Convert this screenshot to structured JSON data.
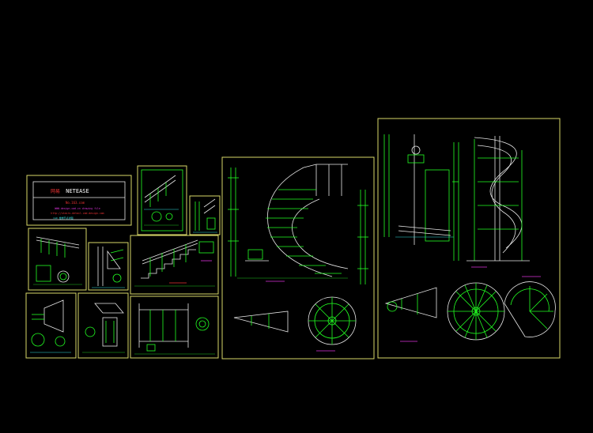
{
  "title_block": {
    "label": "NETEASE",
    "line1": "网易",
    "line2": "No.163.com",
    "line3": "WWW.design.cad.cn drawing file",
    "line4": "http://stairs.detail.cad.design.com",
    "line5": "CAD 楼梯节点详图"
  },
  "colors": {
    "background": "#000000",
    "sheet_border": "#d8d868",
    "primary_linework": "#22ff22",
    "secondary_linework": "#e8e8e8",
    "accent": "#dd33dd",
    "title_red": "#ee3333"
  }
}
